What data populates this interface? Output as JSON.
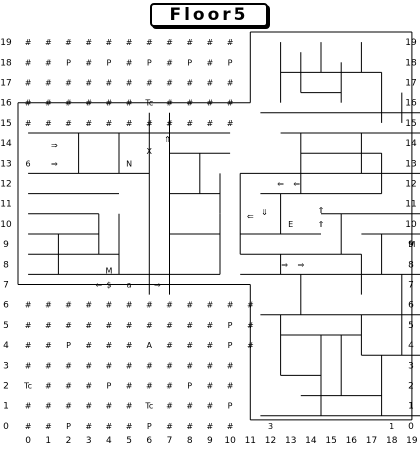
{
  "title": "Floor5",
  "axis": {
    "x": [
      "0",
      "1",
      "2",
      "3",
      "4",
      "5",
      "6",
      "7",
      "8",
      "9",
      "10",
      "11",
      "12",
      "13",
      "14",
      "15",
      "16",
      "17",
      "18",
      "19"
    ],
    "y": [
      "0",
      "1",
      "2",
      "3",
      "4",
      "5",
      "6",
      "7",
      "8",
      "9",
      "10",
      "11",
      "12",
      "13",
      "14",
      "15",
      "16",
      "17",
      "18",
      "19"
    ]
  },
  "grid_size": 20,
  "filled_cells": [
    [
      0,
      19
    ],
    [
      1,
      19
    ],
    [
      2,
      19
    ],
    [
      3,
      19
    ],
    [
      4,
      19
    ],
    [
      5,
      19
    ],
    [
      6,
      19
    ],
    [
      7,
      19
    ],
    [
      8,
      19
    ],
    [
      9,
      19
    ],
    [
      10,
      19
    ],
    [
      0,
      18
    ],
    [
      1,
      18
    ],
    [
      2,
      18
    ],
    [
      3,
      18
    ],
    [
      4,
      18
    ],
    [
      5,
      18
    ],
    [
      6,
      18
    ],
    [
      7,
      18
    ],
    [
      8,
      18
    ],
    [
      9,
      18
    ],
    [
      10,
      18
    ],
    [
      0,
      17
    ],
    [
      1,
      17
    ],
    [
      2,
      17
    ],
    [
      3,
      17
    ],
    [
      4,
      17
    ],
    [
      5,
      17
    ],
    [
      6,
      17
    ],
    [
      7,
      17
    ],
    [
      8,
      17
    ],
    [
      9,
      17
    ],
    [
      10,
      17
    ],
    [
      0,
      16
    ],
    [
      1,
      16
    ],
    [
      2,
      16
    ],
    [
      3,
      16
    ],
    [
      4,
      16
    ],
    [
      5,
      16
    ],
    [
      6,
      16
    ],
    [
      7,
      16
    ],
    [
      8,
      16
    ],
    [
      9,
      16
    ],
    [
      10,
      16
    ],
    [
      0,
      15
    ],
    [
      1,
      15
    ],
    [
      2,
      15
    ],
    [
      3,
      15
    ],
    [
      4,
      15
    ],
    [
      5,
      15
    ],
    [
      6,
      15
    ],
    [
      7,
      15
    ],
    [
      8,
      15
    ],
    [
      9,
      15
    ],
    [
      10,
      15
    ],
    [
      0,
      6
    ],
    [
      1,
      6
    ],
    [
      2,
      6
    ],
    [
      3,
      6
    ],
    [
      4,
      6
    ],
    [
      5,
      6
    ],
    [
      6,
      6
    ],
    [
      7,
      6
    ],
    [
      8,
      6
    ],
    [
      9,
      6
    ],
    [
      10,
      6
    ],
    [
      11,
      6
    ],
    [
      0,
      5
    ],
    [
      1,
      5
    ],
    [
      2,
      5
    ],
    [
      3,
      5
    ],
    [
      4,
      5
    ],
    [
      5,
      5
    ],
    [
      6,
      5
    ],
    [
      7,
      5
    ],
    [
      8,
      5
    ],
    [
      9,
      5
    ],
    [
      10,
      5
    ],
    [
      11,
      5
    ],
    [
      0,
      4
    ],
    [
      1,
      4
    ],
    [
      2,
      4
    ],
    [
      3,
      4
    ],
    [
      4,
      4
    ],
    [
      5,
      4
    ],
    [
      6,
      4
    ],
    [
      7,
      4
    ],
    [
      8,
      4
    ],
    [
      9,
      4
    ],
    [
      10,
      4
    ],
    [
      11,
      4
    ],
    [
      0,
      3
    ],
    [
      1,
      3
    ],
    [
      2,
      3
    ],
    [
      3,
      3
    ],
    [
      4,
      3
    ],
    [
      5,
      3
    ],
    [
      6,
      3
    ],
    [
      7,
      3
    ],
    [
      8,
      3
    ],
    [
      9,
      3
    ],
    [
      10,
      3
    ],
    [
      0,
      2
    ],
    [
      1,
      2
    ],
    [
      2,
      2
    ],
    [
      3,
      2
    ],
    [
      4,
      2
    ],
    [
      5,
      2
    ],
    [
      6,
      2
    ],
    [
      7,
      2
    ],
    [
      8,
      2
    ],
    [
      9,
      2
    ],
    [
      10,
      2
    ],
    [
      0,
      1
    ],
    [
      1,
      1
    ],
    [
      2,
      1
    ],
    [
      3,
      1
    ],
    [
      4,
      1
    ],
    [
      5,
      1
    ],
    [
      6,
      1
    ],
    [
      7,
      1
    ],
    [
      8,
      1
    ],
    [
      9,
      1
    ],
    [
      10,
      1
    ],
    [
      0,
      0
    ],
    [
      1,
      0
    ],
    [
      2,
      0
    ],
    [
      3,
      0
    ],
    [
      4,
      0
    ],
    [
      5,
      0
    ],
    [
      6,
      0
    ],
    [
      7,
      0
    ],
    [
      8,
      0
    ],
    [
      9,
      0
    ],
    [
      10,
      0
    ]
  ],
  "symbols": [
    {
      "x": 2,
      "y": 18,
      "t": "P"
    },
    {
      "x": 4,
      "y": 18,
      "t": "P"
    },
    {
      "x": 6,
      "y": 18,
      "t": "P"
    },
    {
      "x": 8,
      "y": 18,
      "t": "P"
    },
    {
      "x": 10,
      "y": 18,
      "t": "P"
    },
    {
      "x": 6,
      "y": 16,
      "t": "Tc"
    },
    {
      "x": 10,
      "y": 5,
      "t": "P"
    },
    {
      "x": 2,
      "y": 4,
      "t": "P"
    },
    {
      "x": 6,
      "y": 4,
      "t": "A"
    },
    {
      "x": 10,
      "y": 4,
      "t": "P"
    },
    {
      "x": 0,
      "y": 2,
      "t": "Tc"
    },
    {
      "x": 4,
      "y": 2,
      "t": "P"
    },
    {
      "x": 8,
      "y": 2,
      "t": "P"
    },
    {
      "x": 6,
      "y": 1,
      "t": "Tc"
    },
    {
      "x": 10,
      "y": 1,
      "t": "P"
    },
    {
      "x": 2,
      "y": 0,
      "t": "P"
    },
    {
      "x": 6,
      "y": 0,
      "t": "P"
    },
    {
      "x": 6,
      "y": 13.6,
      "t": "X"
    },
    {
      "x": 5,
      "y": 13,
      "t": "N"
    },
    {
      "x": 0,
      "y": 13,
      "t": "6"
    },
    {
      "x": 13,
      "y": 10,
      "t": "E"
    },
    {
      "x": 19,
      "y": 9,
      "t": "M"
    },
    {
      "x": 4,
      "y": 7.7,
      "t": "M"
    },
    {
      "x": 4,
      "y": 7,
      "t": "$"
    },
    {
      "x": 5,
      "y": 7,
      "t": "a"
    },
    {
      "x": 12,
      "y": 0,
      "t": "3"
    },
    {
      "x": 18,
      "y": 0,
      "t": "1"
    }
  ]
}
